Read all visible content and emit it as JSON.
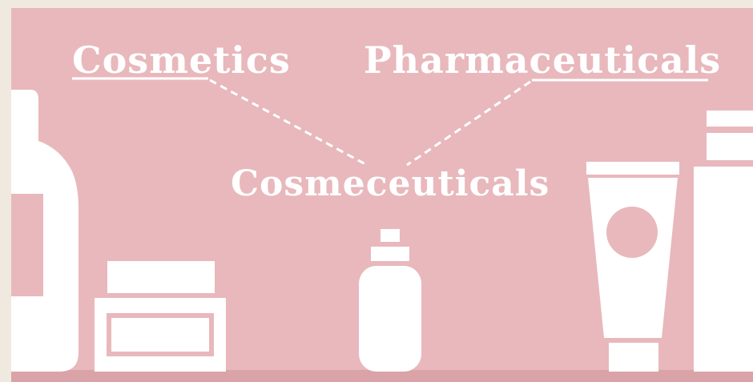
{
  "labels": {
    "left": "Cosmetics",
    "right": "Pharmaceuticals",
    "center": "Cosmeceuticals"
  },
  "colors": {
    "background": "#e8b8bc",
    "border": "#efe9e0",
    "foreground": "#ffffff",
    "shelf": "#d9a3a8"
  },
  "icons": [
    "lotion-bottle-icon",
    "cream-jar-icon",
    "serum-bottle-icon",
    "squeeze-tube-icon",
    "pill-bottle-icon"
  ]
}
